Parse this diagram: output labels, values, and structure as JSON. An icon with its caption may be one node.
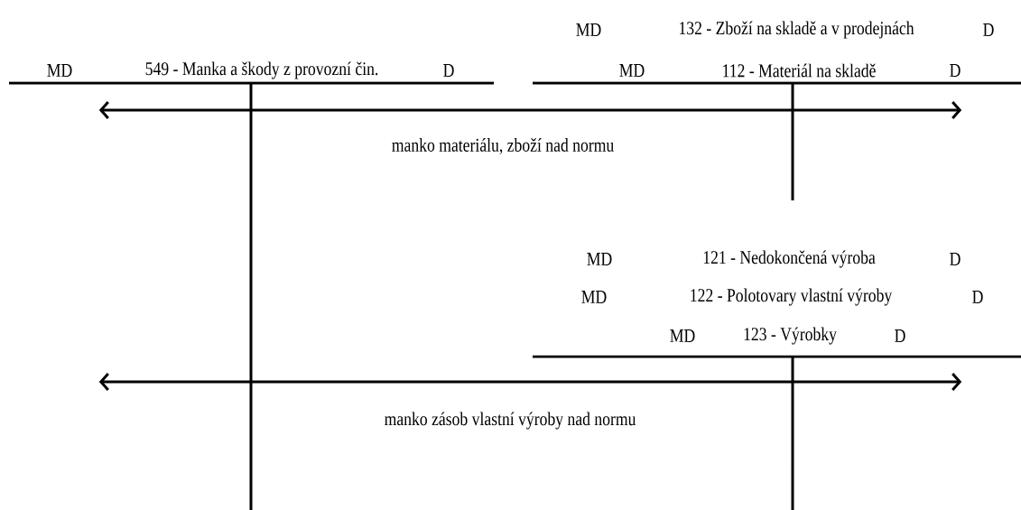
{
  "diagram": {
    "nodes": [
      {
        "text": [
          "MD",
          "549 - Manka a škody z provozní čin.",
          "D"
        ]
      },
      {
        "text": [
          "MD",
          "132 - Zboží na skladě a v prodejnách",
          "D",
          "MD",
          "112 - Materiál na skladě",
          "D"
        ]
      },
      {
        "text": [
          "MD",
          "121 - Nedokončená výroba",
          "D",
          "MD",
          "122 - Polotovary vlastní výroby",
          "D",
          "MD",
          "123 - Výrobky",
          "D"
        ]
      }
    ],
    "edges": [
      {
        "from": 0,
        "to": 1,
        "arrow": "both",
        "label": "manko materiálu, zboží nad normu"
      },
      {
        "from": 0,
        "to": 2,
        "arrow": "both",
        "label": "manko zásob vlastní výroby nad normu"
      }
    ]
  }
}
